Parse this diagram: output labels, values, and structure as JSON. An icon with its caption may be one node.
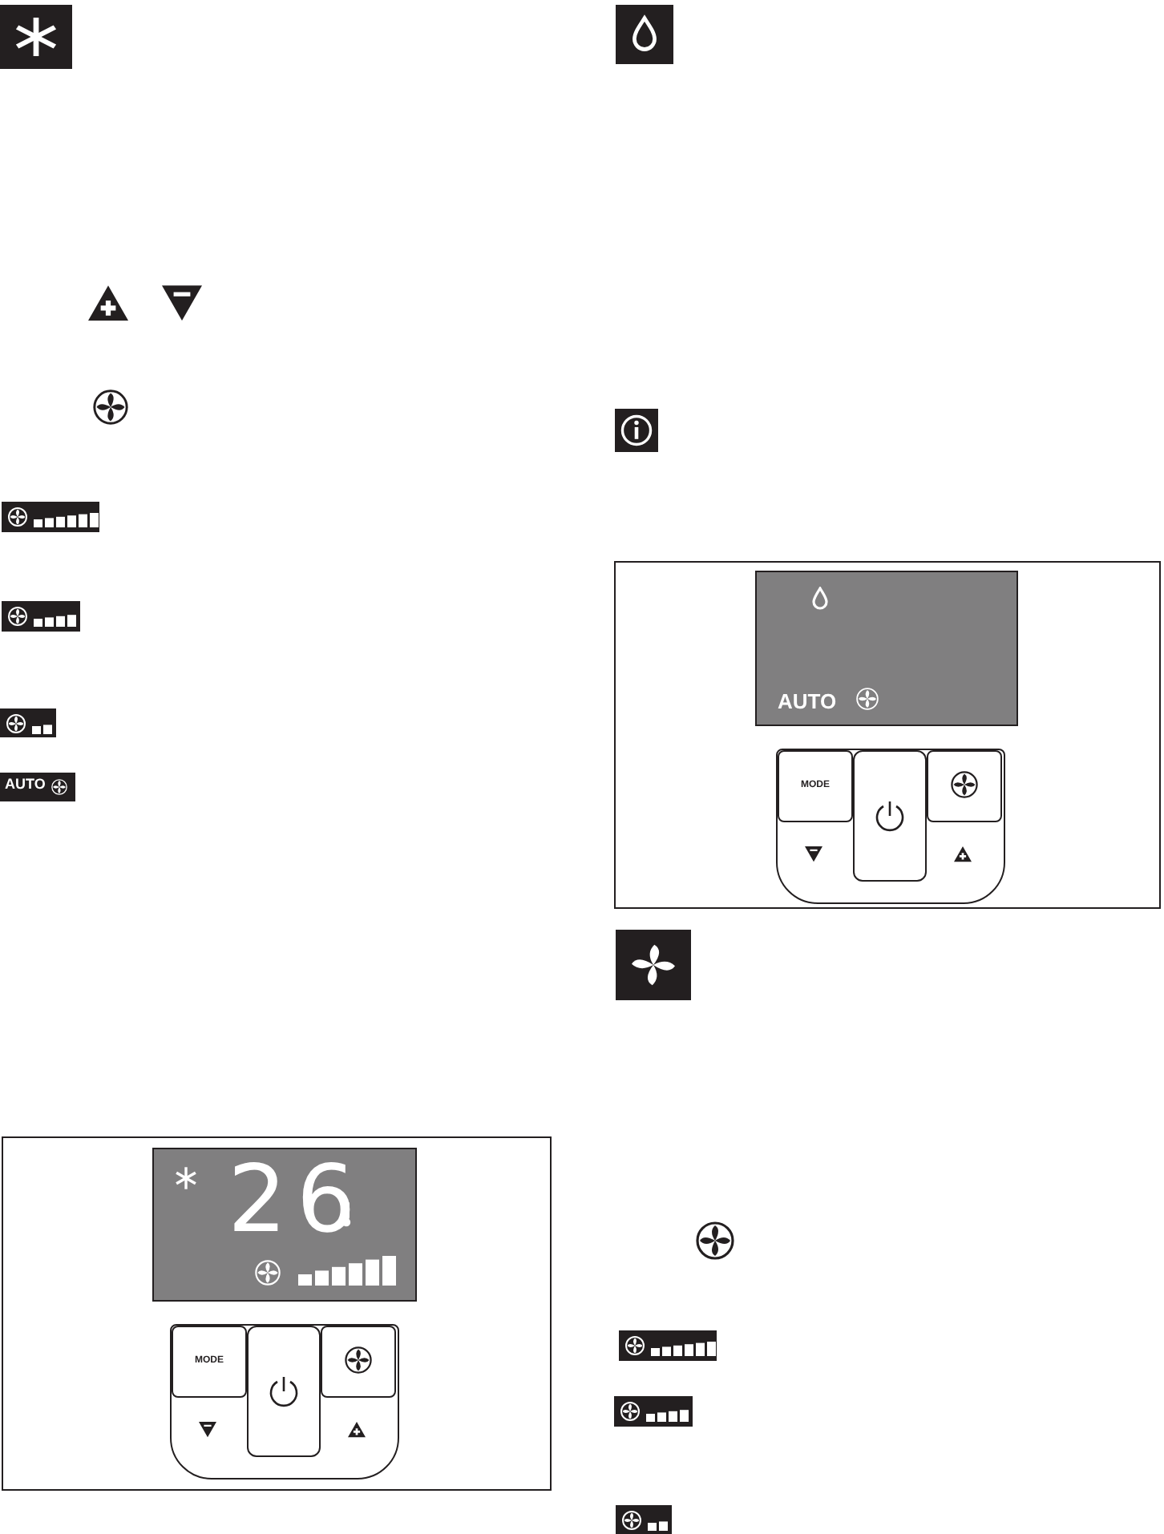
{
  "diagram": {
    "labels": [
      "AUTO",
      "26",
      "MODE",
      "AUTO",
      "MODE"
    ]
  }
}
